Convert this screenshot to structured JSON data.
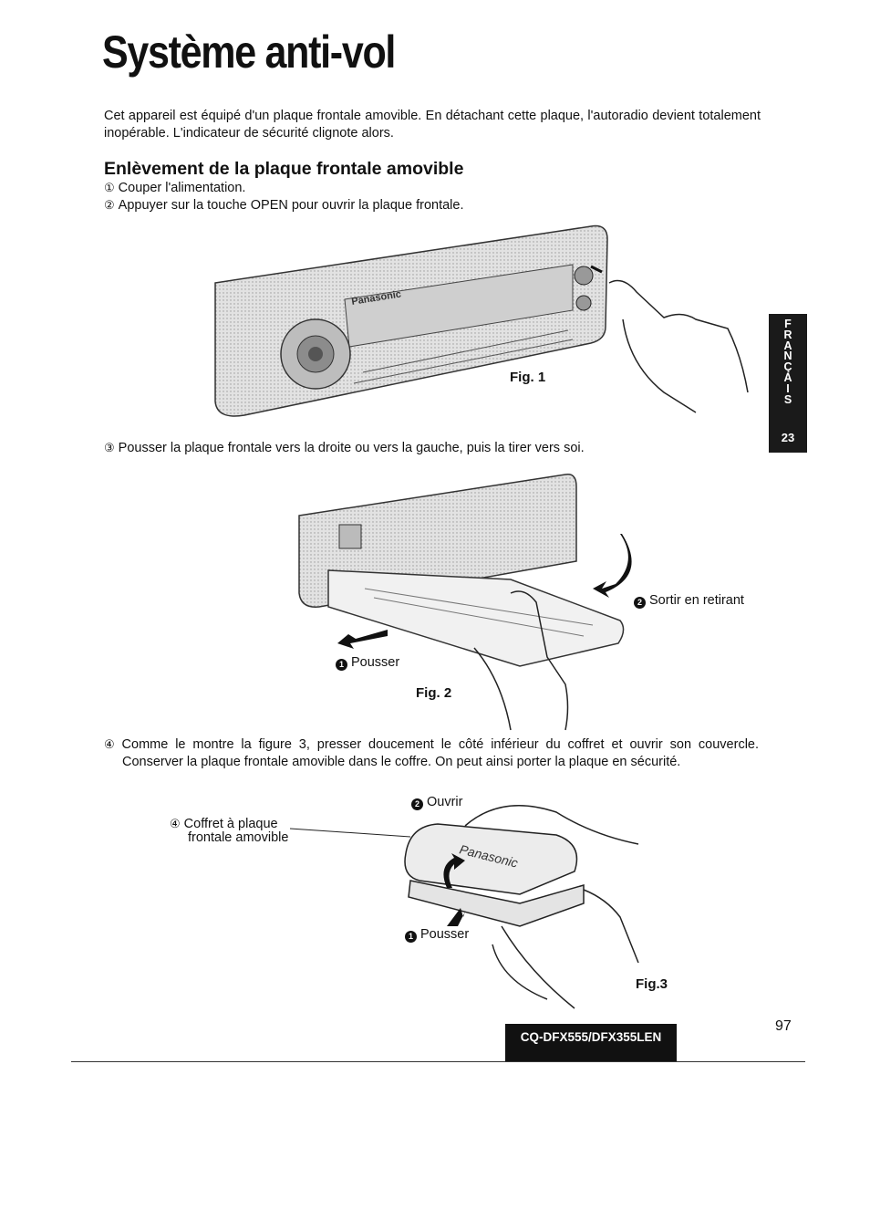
{
  "title": "Système anti-vol",
  "intro": "Cet appareil est équipé d'un plaque frontale amovible. En détachant cette plaque, l'autoradio devient totalement inopérable. L'indicateur de sécurité clignote alors.",
  "section_heading": "Enlèvement de la plaque frontale amovible",
  "steps": [
    {
      "num": "①",
      "text": "Couper l'alimentation."
    },
    {
      "num": "②",
      "text": "Appuyer sur la touche OPEN pour ouvrir la plaque frontale."
    },
    {
      "num": "③",
      "text": "Pousser la plaque frontale vers la droite ou vers la gauche, puis la tirer vers soi."
    },
    {
      "num": "④",
      "text_line1": "Comme le montre la figure 3, presser doucement le côté inférieur du coffret et ouvrir son couvercle.",
      "text_line2": "Conserver la plaque frontale amovible dans le coffre. On peut ainsi porter la plaque en sécurité."
    }
  ],
  "fig1": {
    "label": "Fig. 1",
    "brand": "Panasonic"
  },
  "fig2": {
    "label": "Fig. 2",
    "callout1": {
      "num": "1",
      "text": "Pousser"
    },
    "callout2": {
      "num": "2",
      "text": "Sortir en retirant"
    }
  },
  "fig3": {
    "label": "Fig.3",
    "case_label_num": "④",
    "case_label_line1": "Coffret à plaque",
    "case_label_line2": "frontale amovible",
    "callout1": {
      "num": "1",
      "text": "Pousser"
    },
    "callout2": {
      "num": "2",
      "text": "Ouvrir"
    },
    "case_brand": "Panasonic"
  },
  "side_tab": {
    "letters": [
      "F",
      "R",
      "A",
      "N",
      "Ç",
      "A",
      "I",
      "S"
    ],
    "number": "23"
  },
  "page_number": "97",
  "model": "CQ-DFX555/DFX355LEN"
}
